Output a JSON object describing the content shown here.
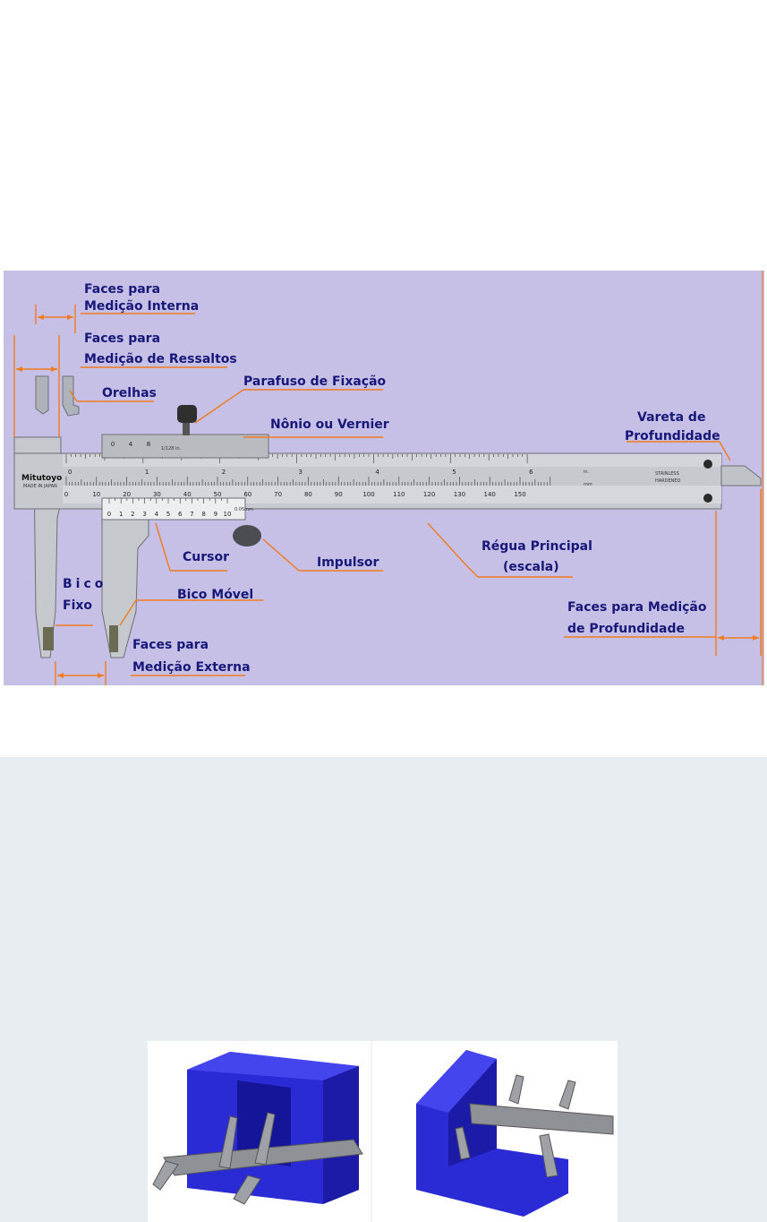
{
  "colors": {
    "figure_bg": "#c7c0e6",
    "leader": "#f07a1f",
    "label_text": "#17177a",
    "steel": "#bcc0c5",
    "block": "#2020d8",
    "lower_panel": "#e8edf2"
  },
  "caliper": {
    "brand": "Mitutoyo",
    "brand_sub": "MADE IN JAPAN",
    "stainless": "STAINLESS",
    "hardened": "HARDENED",
    "main_scale_labels": [
      "0",
      "10",
      "20",
      "30",
      "40",
      "50",
      "60",
      "70",
      "80",
      "90",
      "100",
      "110",
      "120",
      "130",
      "140",
      "150"
    ],
    "upper_scale_labels": [
      "0",
      "1",
      "2",
      "3",
      "4",
      "5",
      "6"
    ],
    "upper_unit": "in.",
    "lower_unit": "mm",
    "vernier_labels": [
      "0",
      "1",
      "2",
      "3",
      "4",
      "5",
      "6",
      "7",
      "8",
      "9",
      "10"
    ],
    "vernier_resolution": "0.05mm",
    "upper_vernier_labels": [
      "0",
      "4",
      "8"
    ],
    "upper_vernier_resolution": "1/128 in."
  },
  "labels": {
    "faces_interna_1": "Faces para",
    "faces_interna_2": "Medição Interna",
    "faces_ressaltos_1": "Faces para",
    "faces_ressaltos_2": "Medição de Ressaltos",
    "orelhas": "Orelhas",
    "parafuso": "Parafuso de Fixação",
    "nonio": "Nônio ou Vernier",
    "vareta_1": "Vareta de",
    "vareta_2": "Profundidade",
    "cursor": "Cursor",
    "impulsor": "Impulsor",
    "regua_1": "Régua Principal",
    "regua_2": "(escala)",
    "bico_fixo_1": "Bico",
    "bico_fixo_2": "Fixo",
    "bico_movel": "Bico Móvel",
    "faces_profundidade_1": "Faces para Medição",
    "faces_profundidade_2": "de Profundidade",
    "faces_externa_1": "Faces para",
    "faces_externa_2": "Medição Externa"
  }
}
